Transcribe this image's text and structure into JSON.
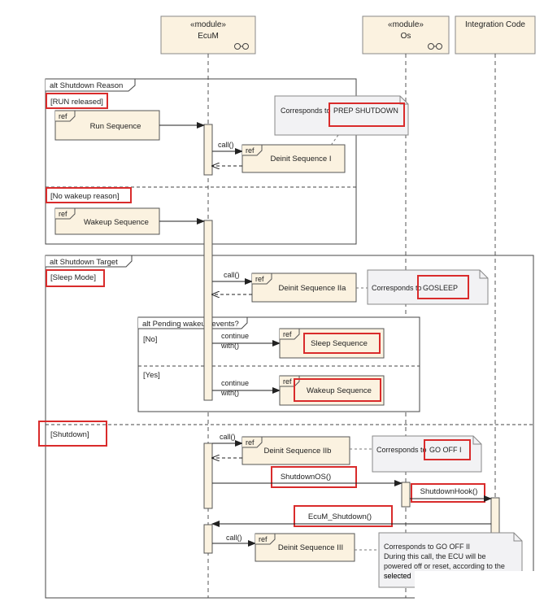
{
  "lifelines": {
    "ecum": {
      "stereotype": "«module»",
      "name": "EcuM"
    },
    "os": {
      "stereotype": "«module»",
      "name": "Os"
    },
    "integration": {
      "name": "Integration Code"
    }
  },
  "fragments": {
    "shutdown_reason": {
      "title": "alt Shutdown Reason",
      "guard_run": "[RUN released]",
      "guard_nowakeup": "[No wakeup reason]"
    },
    "shutdown_target": {
      "title": "alt Shutdown Target",
      "guard_sleep": "[Sleep Mode]",
      "guard_shutdown": "[Shutdown]"
    },
    "pending_wakeup": {
      "title": "alt Pending wakeup events?",
      "guard_no": "[No]",
      "guard_yes": "[Yes]"
    }
  },
  "refs": {
    "tag": "ref",
    "run_sequence": "Run Sequence",
    "deinit_1": "Deinit Sequence I",
    "wakeup_sequence_1": "Wakeup Sequence",
    "deinit_2a": "Deinit Sequence IIa",
    "sleep_sequence": "Sleep Sequence",
    "wakeup_sequence_2": "Wakeup Sequence",
    "deinit_2b": "Deinit Sequence IIb",
    "deinit_3": "Deinit Sequence III"
  },
  "messages": {
    "call": "call()",
    "continue": "continue",
    "with": "with()",
    "shutdown_os": "ShutdownOS()",
    "shutdown_hook": "ShutdownHook()",
    "ecum_shutdown": "EcuM_Shutdown()"
  },
  "notes": {
    "prep_prefix": "Corresponds to",
    "prep_value": "PREP SHUTDOWN",
    "gosleep_prefix": "Corresponds to",
    "gosleep_value": "GOSLEEP",
    "gooff1_prefix": "Corresponds to",
    "gooff1_value": "GO OFF I",
    "gooff2_line1": "Corresponds to GO OFF II",
    "gooff2_line2": "During this call, the ECU will be",
    "gooff2_line3": "powered off or reset, according to the",
    "gooff2_line4": "selected"
  },
  "colors": {
    "box_fill": "#fbf2e0",
    "note_fill": "#f2f2f4",
    "highlight": "#d92b2b",
    "line": "#333333"
  }
}
